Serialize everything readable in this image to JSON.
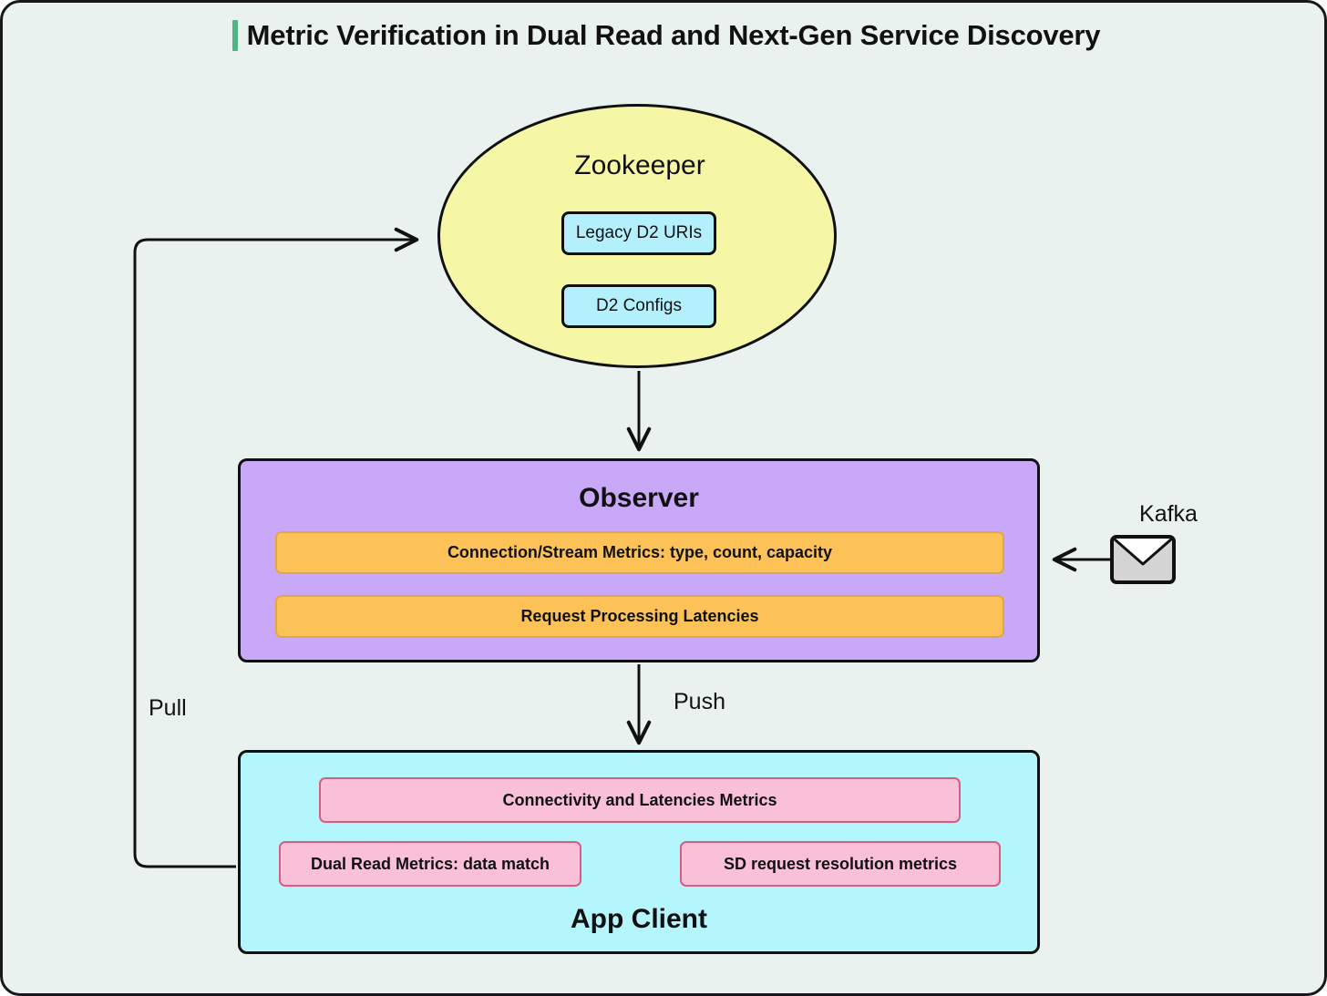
{
  "page": {
    "background_color": "#eaf2ef",
    "border_color": "#18181b"
  },
  "header": {
    "accent_color": "#4fb586",
    "title": "Metric Verification in Dual Read and Next-Gen Service Discovery"
  },
  "diagram": {
    "type": "flowchart",
    "nodes": [
      {
        "id": "zookeeper",
        "label": "Zookeeper",
        "shape": "ellipse",
        "fill": "#f6f7a6",
        "stroke": "#111114",
        "chips": [
          {
            "label": "Legacy D2 URIs",
            "fill": "#b3f0fb",
            "stroke": "#111114"
          },
          {
            "label": "D2 Configs",
            "fill": "#b3f0fb",
            "stroke": "#111114"
          }
        ]
      },
      {
        "id": "observer",
        "label": "Observer",
        "shape": "rounded-rect",
        "fill": "#caa8f8",
        "stroke": "#111114",
        "chips": [
          {
            "label": "Connection/Stream Metrics: type, count, capacity",
            "fill": "#fcc257",
            "stroke": "#dfa841"
          },
          {
            "label": "Request Processing Latencies",
            "fill": "#fcc257",
            "stroke": "#dfa841"
          }
        ]
      },
      {
        "id": "app-client",
        "label": "App Client",
        "shape": "rounded-rect",
        "fill": "#b5f6fc",
        "stroke": "#111114",
        "chips": [
          {
            "label": "Connectivity and Latencies Metrics",
            "fill": "#f9c0d8",
            "stroke": "#d3607f"
          },
          {
            "label": "Dual Read Metrics: data match",
            "fill": "#f9c0d8",
            "stroke": "#d3607f"
          },
          {
            "label": "SD request resolution metrics",
            "fill": "#f9c0d8",
            "stroke": "#d3607f"
          }
        ]
      },
      {
        "id": "kafka",
        "label": "Kafka",
        "shape": "icon",
        "icon": "envelope-icon"
      }
    ],
    "edges": [
      {
        "id": "zookeeper-to-observer",
        "from": "zookeeper",
        "to": "observer",
        "label": ""
      },
      {
        "id": "observer-to-app-client",
        "from": "observer",
        "to": "app-client",
        "label": "Push"
      },
      {
        "id": "app-client-to-zookeeper",
        "from": "app-client",
        "to": "zookeeper",
        "label": "Pull"
      },
      {
        "id": "kafka-to-observer",
        "from": "kafka",
        "to": "observer",
        "label": ""
      }
    ]
  }
}
